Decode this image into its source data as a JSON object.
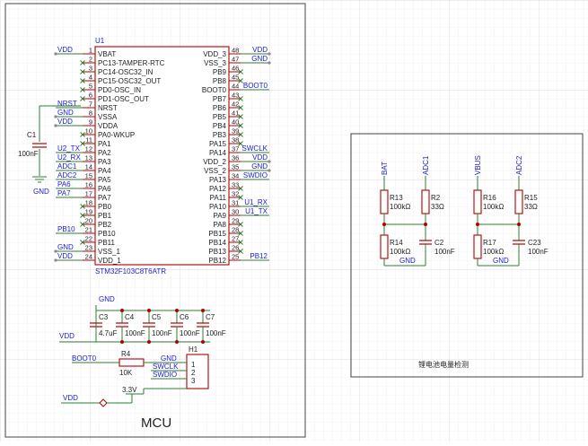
{
  "mcu": {
    "frame_label": "MCU",
    "ref": "U1",
    "part": "STM32F103C8T6ATR",
    "left_pins": [
      {
        "num": "1",
        "name": "VBAT",
        "net": "VDD"
      },
      {
        "num": "2",
        "name": "PC13-TAMPER-RTC",
        "net": ""
      },
      {
        "num": "3",
        "name": "PC14-OSC32_IN",
        "net": ""
      },
      {
        "num": "4",
        "name": "PC15-OSC32_OUT",
        "net": ""
      },
      {
        "num": "5",
        "name": "PD0-OSC_IN",
        "net": ""
      },
      {
        "num": "6",
        "name": "PD1-OSC_OUT",
        "net": ""
      },
      {
        "num": "7",
        "name": "NRST",
        "net": "NRST"
      },
      {
        "num": "8",
        "name": "VSSA",
        "net": "GND"
      },
      {
        "num": "9",
        "name": "VDDA",
        "net": "VDD"
      },
      {
        "num": "10",
        "name": "PA0-WKUP",
        "net": ""
      },
      {
        "num": "11",
        "name": "PA1",
        "net": ""
      },
      {
        "num": "12",
        "name": "PA2",
        "net": "U2_TX"
      },
      {
        "num": "13",
        "name": "PA3",
        "net": "U2_RX"
      },
      {
        "num": "14",
        "name": "PA4",
        "net": "ADC1"
      },
      {
        "num": "15",
        "name": "PA5",
        "net": "ADC2"
      },
      {
        "num": "16",
        "name": "PA6",
        "net": "PA6"
      },
      {
        "num": "17",
        "name": "PA7",
        "net": "PA7"
      },
      {
        "num": "18",
        "name": "PB0",
        "net": ""
      },
      {
        "num": "19",
        "name": "PB1",
        "net": ""
      },
      {
        "num": "20",
        "name": "PB2",
        "net": ""
      },
      {
        "num": "21",
        "name": "PB10",
        "net": "PB10"
      },
      {
        "num": "22",
        "name": "PB11",
        "net": ""
      },
      {
        "num": "23",
        "name": "VSS_1",
        "net": "GND"
      },
      {
        "num": "24",
        "name": "VDD_1",
        "net": "VDD"
      }
    ],
    "right_pins": [
      {
        "num": "48",
        "name": "VDD_3",
        "net": "VDD"
      },
      {
        "num": "47",
        "name": "VSS_3",
        "net": "GND"
      },
      {
        "num": "46",
        "name": "PB9",
        "net": ""
      },
      {
        "num": "45",
        "name": "PB8",
        "net": ""
      },
      {
        "num": "44",
        "name": "BOOT0",
        "net": "BOOT0"
      },
      {
        "num": "43",
        "name": "PB7",
        "net": ""
      },
      {
        "num": "42",
        "name": "PB6",
        "net": ""
      },
      {
        "num": "41",
        "name": "PB5",
        "net": ""
      },
      {
        "num": "40",
        "name": "PB4",
        "net": ""
      },
      {
        "num": "39",
        "name": "PB3",
        "net": ""
      },
      {
        "num": "38",
        "name": "PA15",
        "net": ""
      },
      {
        "num": "37",
        "name": "PA14",
        "net": "SWCLK"
      },
      {
        "num": "36",
        "name": "VDD_2",
        "net": "VDD"
      },
      {
        "num": "35",
        "name": "VSS_2",
        "net": "GND"
      },
      {
        "num": "34",
        "name": "PA13",
        "net": "SWDIO"
      },
      {
        "num": "33",
        "name": "PA12",
        "net": ""
      },
      {
        "num": "32",
        "name": "PA11",
        "net": ""
      },
      {
        "num": "31",
        "name": "PA10",
        "net": "U1_RX"
      },
      {
        "num": "30",
        "name": "PA9",
        "net": "U1_TX"
      },
      {
        "num": "29",
        "name": "PA8",
        "net": ""
      },
      {
        "num": "28",
        "name": "PB15",
        "net": ""
      },
      {
        "num": "27",
        "name": "PB14",
        "net": ""
      },
      {
        "num": "26",
        "name": "PB13",
        "net": ""
      },
      {
        "num": "25",
        "name": "PB12",
        "net": "PB12"
      }
    ],
    "nrst_cap": {
      "ref": "C1",
      "value": "100nF",
      "net_top": "NRST",
      "net_bottom": "GND"
    },
    "decoupling": {
      "net_top": "GND",
      "net_bottom": "VDD",
      "caps": [
        {
          "ref": "C3",
          "value": "4.7uF"
        },
        {
          "ref": "C4",
          "value": "100nF"
        },
        {
          "ref": "C5",
          "value": "100nF"
        },
        {
          "ref": "C6",
          "value": "100nF"
        },
        {
          "ref": "C7",
          "value": "100nF"
        }
      ]
    },
    "boot": {
      "net": "BOOT0",
      "ref": "R4",
      "value": "10K",
      "net_gnd": "GND"
    },
    "header": {
      "ref": "H1",
      "pins": [
        "1",
        "2",
        "3"
      ],
      "nets": [
        "GND",
        "SWCLK",
        "SWDIO"
      ]
    },
    "power": {
      "net": "VDD",
      "label": "3.3V"
    }
  },
  "battery": {
    "caption": "锂电池电量检测",
    "groups": [
      {
        "top_left_net": "BAT",
        "top_right_net": "ADC1",
        "r_top_left": {
          "ref": "R13",
          "value": "100kΩ"
        },
        "r_top_right": {
          "ref": "R2",
          "value": "33Ω"
        },
        "r_bottom": {
          "ref": "R14",
          "value": "100kΩ"
        },
        "cap": {
          "ref": "C2",
          "value": "100nF"
        },
        "gnd": "GND"
      },
      {
        "top_left_net": "VBUS",
        "top_right_net": "ADC2",
        "r_top_left": {
          "ref": "R16",
          "value": "100kΩ"
        },
        "r_top_right": {
          "ref": "R15",
          "value": "33Ω"
        },
        "r_bottom": {
          "ref": "R17",
          "value": "100kΩ"
        },
        "cap": {
          "ref": "C23",
          "value": "100nF"
        },
        "gnd": "GND"
      }
    ]
  },
  "colors": {
    "wire": "#2E7D32",
    "net": "#1A1AD4",
    "component": "#B00000",
    "frame": "#444444",
    "grid": "#EAEAEA",
    "grid_major": "#D8D8D8",
    "text": "#222222"
  }
}
